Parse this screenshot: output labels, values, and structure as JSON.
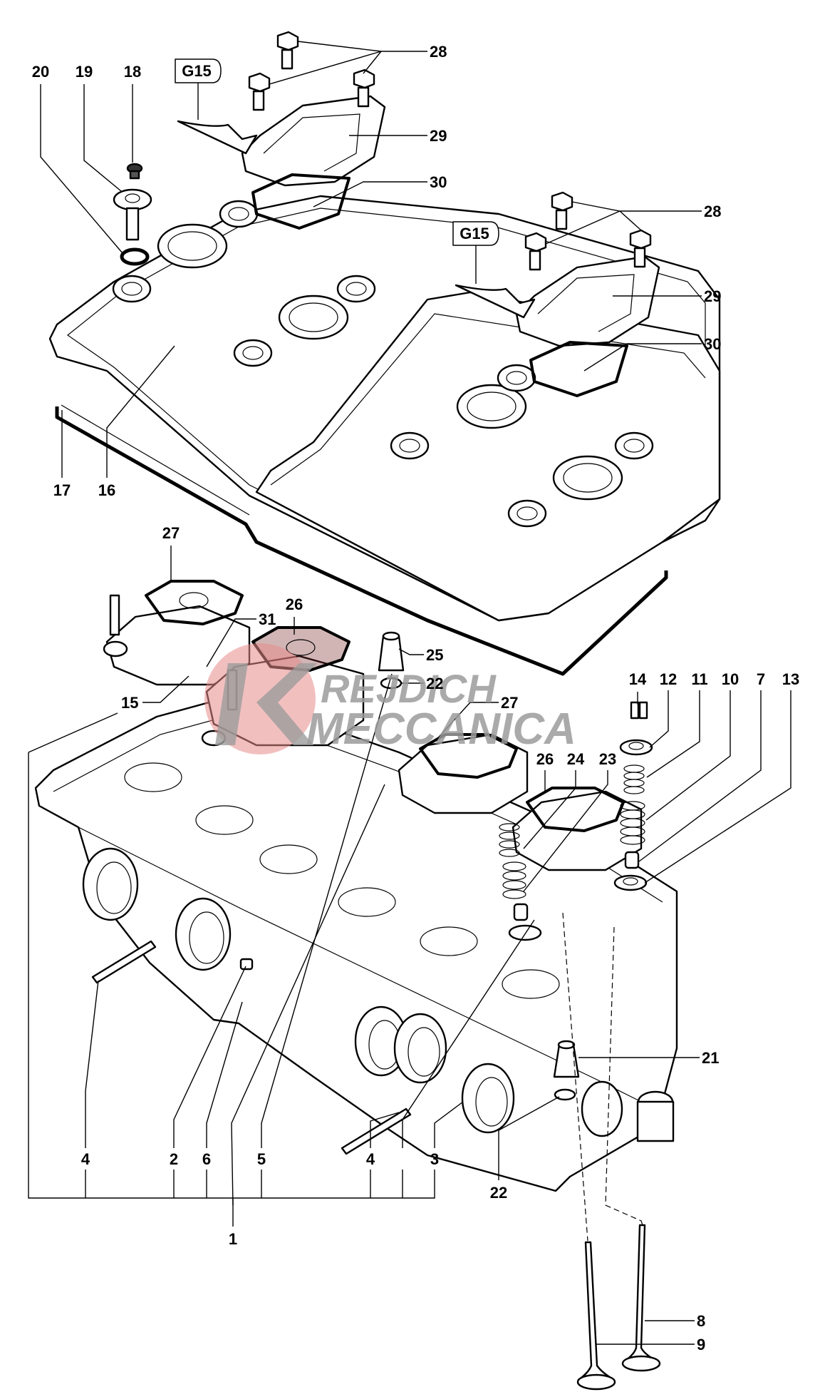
{
  "diagram": {
    "title": "Cylinder head and valve cover exploded view",
    "watermark": {
      "line1": "REJDICH",
      "line2": "MECCANICA",
      "logo_color": "#e88a8a",
      "text_color": "#9c9c9c"
    },
    "references": [
      {
        "id": "ref-g15-a",
        "text": "G15"
      },
      {
        "id": "ref-g15-b",
        "text": "G15"
      }
    ],
    "callouts": [
      {
        "id": "c20",
        "text": "20"
      },
      {
        "id": "c19",
        "text": "19"
      },
      {
        "id": "c18",
        "text": "18"
      },
      {
        "id": "c28a",
        "text": "28"
      },
      {
        "id": "c29a",
        "text": "29"
      },
      {
        "id": "c30a",
        "text": "30"
      },
      {
        "id": "c28b",
        "text": "28"
      },
      {
        "id": "c29b",
        "text": "29"
      },
      {
        "id": "c30b",
        "text": "30"
      },
      {
        "id": "c17",
        "text": "17"
      },
      {
        "id": "c16",
        "text": "16"
      },
      {
        "id": "c27a",
        "text": "27"
      },
      {
        "id": "c26a",
        "text": "26"
      },
      {
        "id": "c31",
        "text": "31"
      },
      {
        "id": "c25",
        "text": "25"
      },
      {
        "id": "c22a",
        "text": "22"
      },
      {
        "id": "c15",
        "text": "15"
      },
      {
        "id": "c27b",
        "text": "27"
      },
      {
        "id": "c14",
        "text": "14"
      },
      {
        "id": "c12",
        "text": "12"
      },
      {
        "id": "c11",
        "text": "11"
      },
      {
        "id": "c10",
        "text": "10"
      },
      {
        "id": "c7",
        "text": "7"
      },
      {
        "id": "c13",
        "text": "13"
      },
      {
        "id": "c26b",
        "text": "26"
      },
      {
        "id": "c24",
        "text": "24"
      },
      {
        "id": "c23",
        "text": "23"
      },
      {
        "id": "c21",
        "text": "21"
      },
      {
        "id": "c4a",
        "text": "4"
      },
      {
        "id": "c2",
        "text": "2"
      },
      {
        "id": "c6",
        "text": "6"
      },
      {
        "id": "c5",
        "text": "5"
      },
      {
        "id": "c4b",
        "text": "4"
      },
      {
        "id": "c3",
        "text": "3"
      },
      {
        "id": "c22b",
        "text": "22"
      },
      {
        "id": "c1",
        "text": "1"
      },
      {
        "id": "c8",
        "text": "8"
      },
      {
        "id": "c9",
        "text": "9"
      }
    ]
  }
}
